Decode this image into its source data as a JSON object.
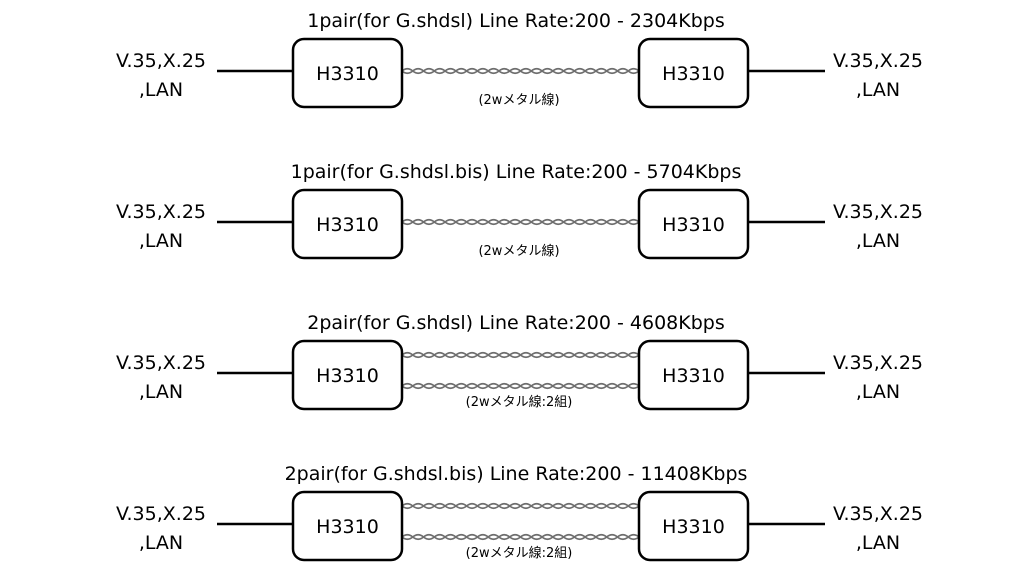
{
  "diagram": {
    "rows": [
      {
        "title": "1pair(for G.shdsl) Line Rate:200 - 2304Kbps",
        "left_label_line1": "V.35,X.25",
        "left_label_line2": ",LAN",
        "right_label_line1": "V.35,X.25",
        "right_label_line2": ",LAN",
        "left_device": "H3310",
        "right_device": "H3310",
        "pairs": 1,
        "cable_caption": "(2wメタル線)"
      },
      {
        "title": "1pair(for G.shdsl.bis) Line Rate:200 - 5704Kbps",
        "left_label_line1": "V.35,X.25",
        "left_label_line2": ",LAN",
        "right_label_line1": "V.35,X.25",
        "right_label_line2": ",LAN",
        "left_device": "H3310",
        "right_device": "H3310",
        "pairs": 1,
        "cable_caption": "(2wメタル線)"
      },
      {
        "title": "2pair(for G.shdsl) Line Rate:200 - 4608Kbps",
        "left_label_line1": "V.35,X.25",
        "left_label_line2": ",LAN",
        "right_label_line1": "V.35,X.25",
        "right_label_line2": ",LAN",
        "left_device": "H3310",
        "right_device": "H3310",
        "pairs": 2,
        "cable_caption": "(2wメタル線:2組)"
      },
      {
        "title": "2pair(for G.shdsl.bis) Line Rate:200 - 11408Kbps",
        "left_label_line1": "V.35,X.25",
        "left_label_line2": ",LAN",
        "right_label_line1": "V.35,X.25",
        "right_label_line2": ",LAN",
        "left_device": "H3310",
        "right_device": "H3310",
        "pairs": 2,
        "cable_caption": "(2wメタル線:2組)"
      }
    ]
  }
}
